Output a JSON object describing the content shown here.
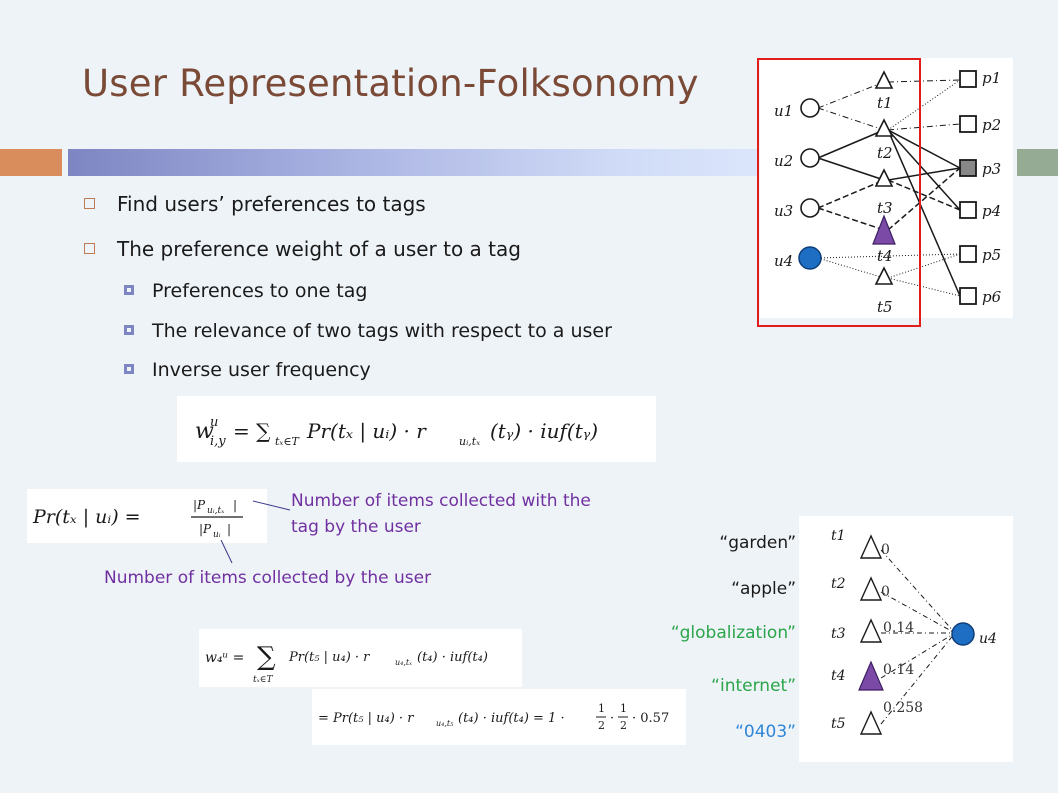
{
  "title": "User Representation-Folksonomy",
  "bullets": [
    {
      "text": "Find users’ preferences to tags"
    },
    {
      "text": "The preference weight of a user to a tag",
      "sub": [
        "Preferences to one tag",
        "The relevance of two tags with respect to a user",
        "Inverse user frequency"
      ]
    }
  ],
  "annotations": {
    "items_with_tag": "Number of items collected with the tag by the user",
    "items_by_user": "Number of items collected by the user"
  },
  "top_graph": {
    "users": [
      "u1",
      "u2",
      "u3",
      "u4"
    ],
    "tags": [
      "t1",
      "t2",
      "t3",
      "t4",
      "t5"
    ],
    "items": [
      "p1",
      "p2",
      "p3",
      "p4",
      "p5",
      "p6"
    ]
  },
  "bottom_graph": {
    "tag_names": [
      {
        "label": "“garden”",
        "tag": "t1",
        "weight": "0",
        "color": "#1a1a1a"
      },
      {
        "label": "“apple”",
        "tag": "t2",
        "weight": "0",
        "color": "#1a1a1a"
      },
      {
        "label": "“globalization”",
        "tag": "t3",
        "weight": "0.14",
        "color": "#2aa54a"
      },
      {
        "label": "“internet”",
        "tag": "t4",
        "weight": "0.14",
        "color": "#2aa54a"
      },
      {
        "label": "“0403”",
        "tag": "t5",
        "weight": "0.258",
        "color": "#2f86d6"
      }
    ],
    "user": "u4"
  },
  "colors": {
    "title": "#7a4a36",
    "accent_orange": "#d98c5c",
    "accent_green": "#96ab94",
    "purple": "#7030a0",
    "frame_red": "#e21b1b"
  }
}
